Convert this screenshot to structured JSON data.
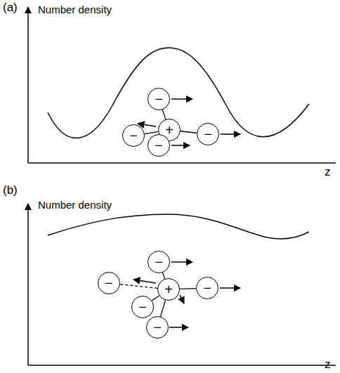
{
  "diagram": {
    "nodes": [
      {
        "text": [
          "−"
        ]
      },
      {
        "text": [
          "−"
        ]
      },
      {
        "text": [
          "+"
        ]
      },
      {
        "text": [
          "−"
        ]
      },
      {
        "text": [
          "−"
        ]
      },
      {
        "text": [
          "−"
        ]
      },
      {
        "text": [
          "−"
        ]
      },
      {
        "text": [
          "+"
        ]
      },
      {
        "text": [
          "−"
        ]
      },
      {
        "text": [
          "−"
        ]
      },
      {
        "text": [
          "−"
        ]
      }
    ],
    "edges": [
      {
        "from": 2,
        "to": 0,
        "arrow": "none"
      },
      {
        "from": 2,
        "to": 1,
        "arrow": "none"
      },
      {
        "from": 2,
        "to": 3,
        "arrow": "none"
      },
      {
        "from": 2,
        "to": 4,
        "arrow": "none"
      },
      {
        "from": 7,
        "to": 5,
        "arrow": "none"
      },
      {
        "from": 7,
        "to": 6,
        "arrow": "none"
      },
      {
        "from": 7,
        "to": 8,
        "arrow": "none"
      },
      {
        "from": 7,
        "to": 9,
        "arrow": "none"
      },
      {
        "from": 7,
        "to": 10,
        "arrow": "none"
      }
    ],
    "labels": [
      "(a)",
      "Number density",
      "z",
      "(b)",
      "Number density",
      "z"
    ]
  }
}
